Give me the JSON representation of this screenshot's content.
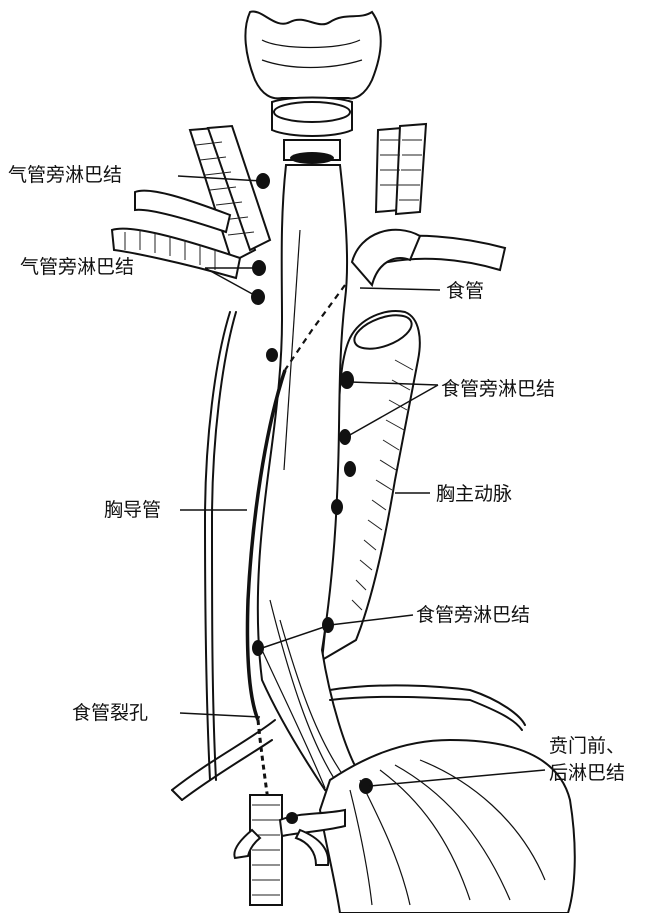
{
  "labels": {
    "paratracheal_upper": "气管旁淋巴结",
    "paratracheal_lower": "气管旁淋巴结",
    "esophagus": "食管",
    "paraesophageal_upper": "食管旁淋巴结",
    "thoracic_aorta": "胸主动脉",
    "thoracic_duct": "胸导管",
    "paraesophageal_lower": "食管旁淋巴结",
    "esophageal_hiatus": "食管裂孔",
    "cardiac_nodes_line1": "贲门前、",
    "cardiac_nodes_line2": "后淋巴结"
  }
}
